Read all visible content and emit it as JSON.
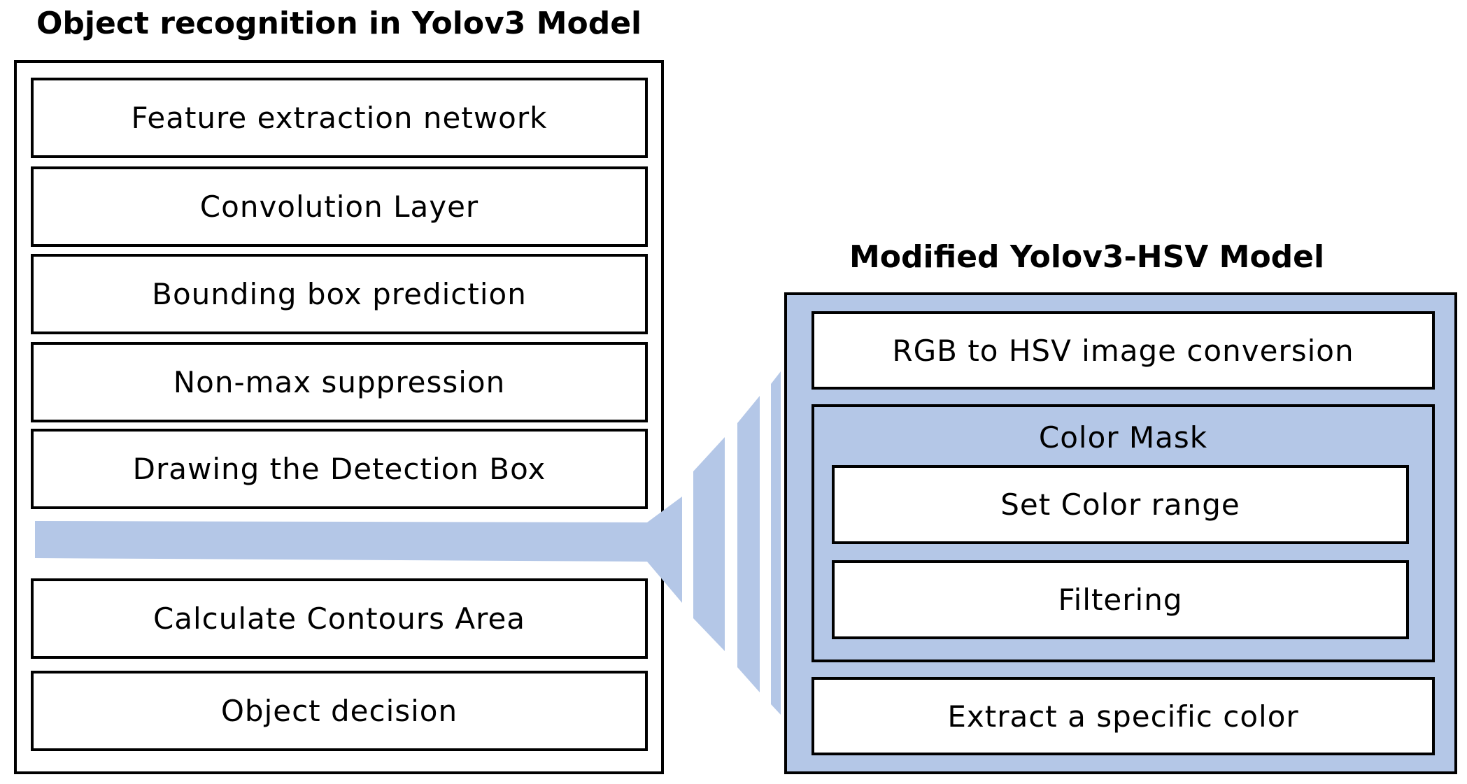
{
  "left_panel": {
    "title": "Object recognition in Yolov3 Model",
    "steps": [
      "Feature extraction network",
      "Convolution Layer",
      "Bounding box prediction",
      "Non-max suppression",
      "Drawing the Detection Box",
      "Calculate Contours Area",
      "Object decision"
    ]
  },
  "right_panel": {
    "title": "Modified Yolov3-HSV Model",
    "top_step": "RGB to HSV image conversion",
    "mask": {
      "label": "Color Mask",
      "steps": [
        "Set Color range",
        "Filtering"
      ]
    },
    "bottom_step": "Extract a specific color"
  },
  "colors": {
    "accent": "#b4c7e7",
    "border": "#000000",
    "background": "#ffffff"
  }
}
